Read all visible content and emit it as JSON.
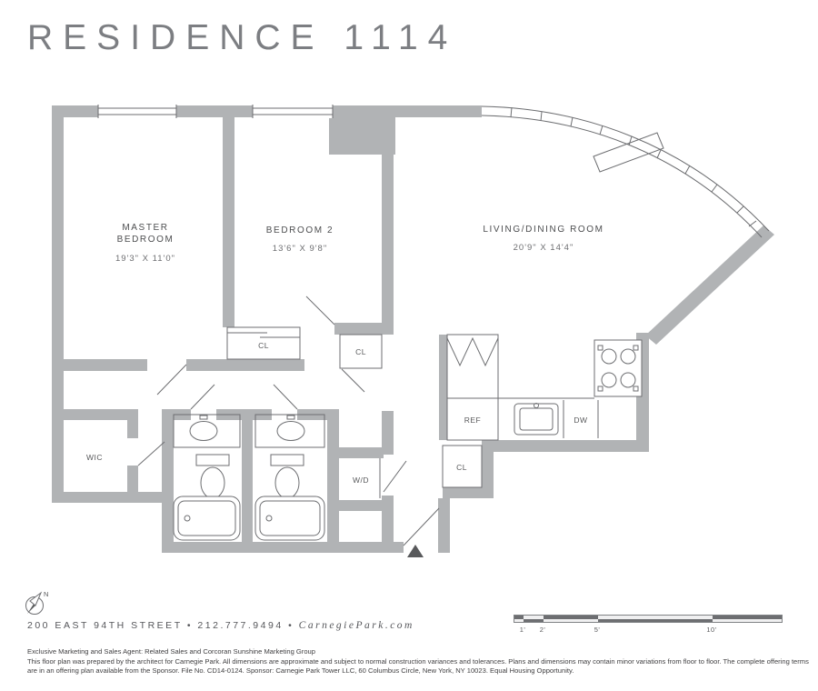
{
  "title": "RESIDENCE 1114",
  "rooms": {
    "master": {
      "line1": "MASTER",
      "line2": "BEDROOM",
      "dims": "19'3\" X 11'0\""
    },
    "bedroom2": {
      "name": "BEDROOM 2",
      "dims": "13'6\" X 9'8\""
    },
    "living": {
      "name": "LIVING/DINING ROOM",
      "dims": "20'9\" X 14'4\""
    }
  },
  "labels": {
    "cl": "CL",
    "wic": "WIC",
    "wd": "W/D",
    "ref": "REF",
    "dw": "DW",
    "north": "N"
  },
  "icons": {
    "compass": "compass-needle-icon"
  },
  "footer": {
    "address": "200 EAST 94TH STREET  •  212.777.9494  •",
    "website": "CarnegiePark.com",
    "scale": {
      "t1": "1'",
      "t2": "2'",
      "t5": "5'",
      "t10": "10'"
    },
    "legal_agent": "Exclusive Marketing and Sales Agent: Related Sales and Corcoran Sunshine Marketing Group",
    "legal_body": "This floor plan was prepared by the architect for Carnegie Park. All dimensions are approximate and subject to normal construction variances and tolerances. Plans and dimensions may contain minor variations from floor to floor. The complete offering terms are in an offering plan available from the Sponsor. File No. CD14-0124. Sponsor: Carnegie Park Tower LLC, 60 Columbus Circle, New York, NY 10023. Equal Housing Opportunity."
  },
  "colors": {
    "wall": "#b1b3b5",
    "line": "#6d6e71",
    "title": "#7c7e82",
    "text": "#58595b"
  }
}
